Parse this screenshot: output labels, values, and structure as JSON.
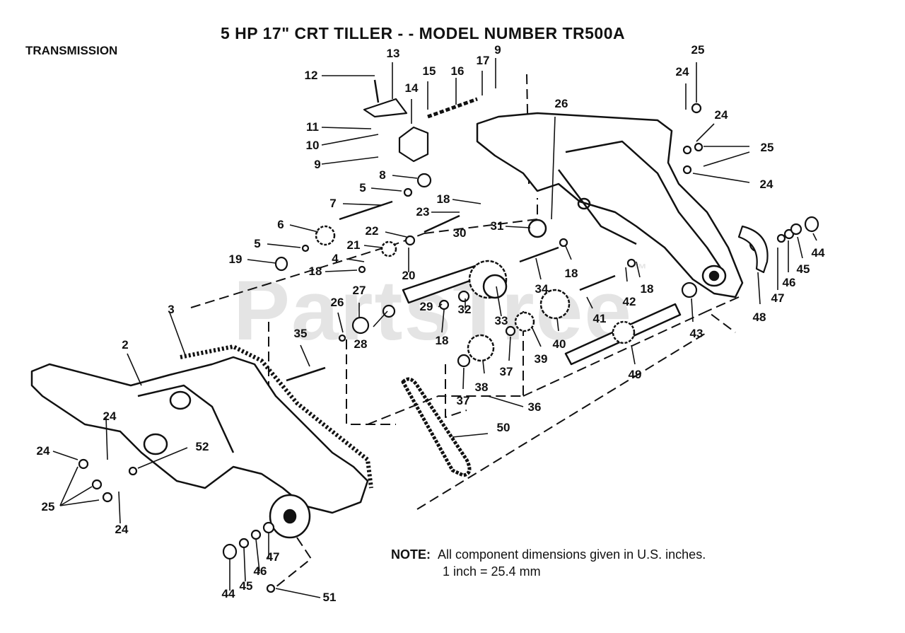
{
  "header": {
    "title": "5 HP  17\" CRT TILLER - - MODEL NUMBER TR500A",
    "section": "TRANSMISSION"
  },
  "note": {
    "heading": "NOTE:",
    "line1": "All component dimensions given in U.S. inches.",
    "line2": "1 inch = 25.4 mm"
  },
  "watermark": {
    "text": "PartsTree",
    "tm": "™"
  },
  "parts": [
    {
      "id": "p1",
      "label": "12"
    },
    {
      "id": "p2",
      "label": "13"
    },
    {
      "id": "p3",
      "label": "14"
    },
    {
      "id": "p4",
      "label": "15"
    },
    {
      "id": "p5",
      "label": "16"
    },
    {
      "id": "p6",
      "label": "17"
    },
    {
      "id": "p7",
      "label": "9"
    },
    {
      "id": "p8",
      "label": "11"
    },
    {
      "id": "p9",
      "label": "10"
    },
    {
      "id": "p10",
      "label": "9"
    },
    {
      "id": "p11",
      "label": "8"
    },
    {
      "id": "p12",
      "label": "5"
    },
    {
      "id": "p13",
      "label": "7"
    },
    {
      "id": "p14",
      "label": "18"
    },
    {
      "id": "p15",
      "label": "23"
    },
    {
      "id": "p16",
      "label": "6"
    },
    {
      "id": "p17",
      "label": "22"
    },
    {
      "id": "p18",
      "label": "30"
    },
    {
      "id": "p19",
      "label": "31"
    },
    {
      "id": "p20",
      "label": "5"
    },
    {
      "id": "p21",
      "label": "21"
    },
    {
      "id": "p22",
      "label": "19"
    },
    {
      "id": "p23",
      "label": "4"
    },
    {
      "id": "p24",
      "label": "18"
    },
    {
      "id": "p25",
      "label": "20"
    },
    {
      "id": "p26",
      "label": "3"
    },
    {
      "id": "p27",
      "label": "27"
    },
    {
      "id": "p28",
      "label": "26"
    },
    {
      "id": "p29",
      "label": "29"
    },
    {
      "id": "p30",
      "label": "32"
    },
    {
      "id": "p31",
      "label": "33"
    },
    {
      "id": "p32",
      "label": "28"
    },
    {
      "id": "p33",
      "label": "18"
    },
    {
      "id": "p34",
      "label": "2"
    },
    {
      "id": "p35",
      "label": "35"
    },
    {
      "id": "p36",
      "label": "26"
    },
    {
      "id": "p37",
      "label": "25"
    },
    {
      "id": "p38",
      "label": "24"
    },
    {
      "id": "p39",
      "label": "24"
    },
    {
      "id": "p40",
      "label": "25"
    },
    {
      "id": "p41",
      "label": "24"
    },
    {
      "id": "p42",
      "label": "18"
    },
    {
      "id": "p43",
      "label": "34"
    },
    {
      "id": "p44",
      "label": "18"
    },
    {
      "id": "p45",
      "label": "42"
    },
    {
      "id": "p46",
      "label": "41"
    },
    {
      "id": "p47",
      "label": "40"
    },
    {
      "id": "p48",
      "label": "39"
    },
    {
      "id": "p49",
      "label": "37"
    },
    {
      "id": "p50",
      "label": "38"
    },
    {
      "id": "p51",
      "label": "37"
    },
    {
      "id": "p52",
      "label": "36"
    },
    {
      "id": "p53",
      "label": "43"
    },
    {
      "id": "p54",
      "label": "49"
    },
    {
      "id": "p55",
      "label": "48"
    },
    {
      "id": "p56",
      "label": "47"
    },
    {
      "id": "p57",
      "label": "46"
    },
    {
      "id": "p58",
      "label": "45"
    },
    {
      "id": "p59",
      "label": "44"
    },
    {
      "id": "p60",
      "label": "50"
    },
    {
      "id": "p61",
      "label": "24"
    },
    {
      "id": "p62",
      "label": "52"
    },
    {
      "id": "p63",
      "label": "24"
    },
    {
      "id": "p64",
      "label": "25"
    },
    {
      "id": "p65",
      "label": "24"
    },
    {
      "id": "p66",
      "label": "47"
    },
    {
      "id": "p67",
      "label": "46"
    },
    {
      "id": "p68",
      "label": "45"
    },
    {
      "id": "p69",
      "label": "44"
    },
    {
      "id": "p70",
      "label": "51"
    }
  ]
}
